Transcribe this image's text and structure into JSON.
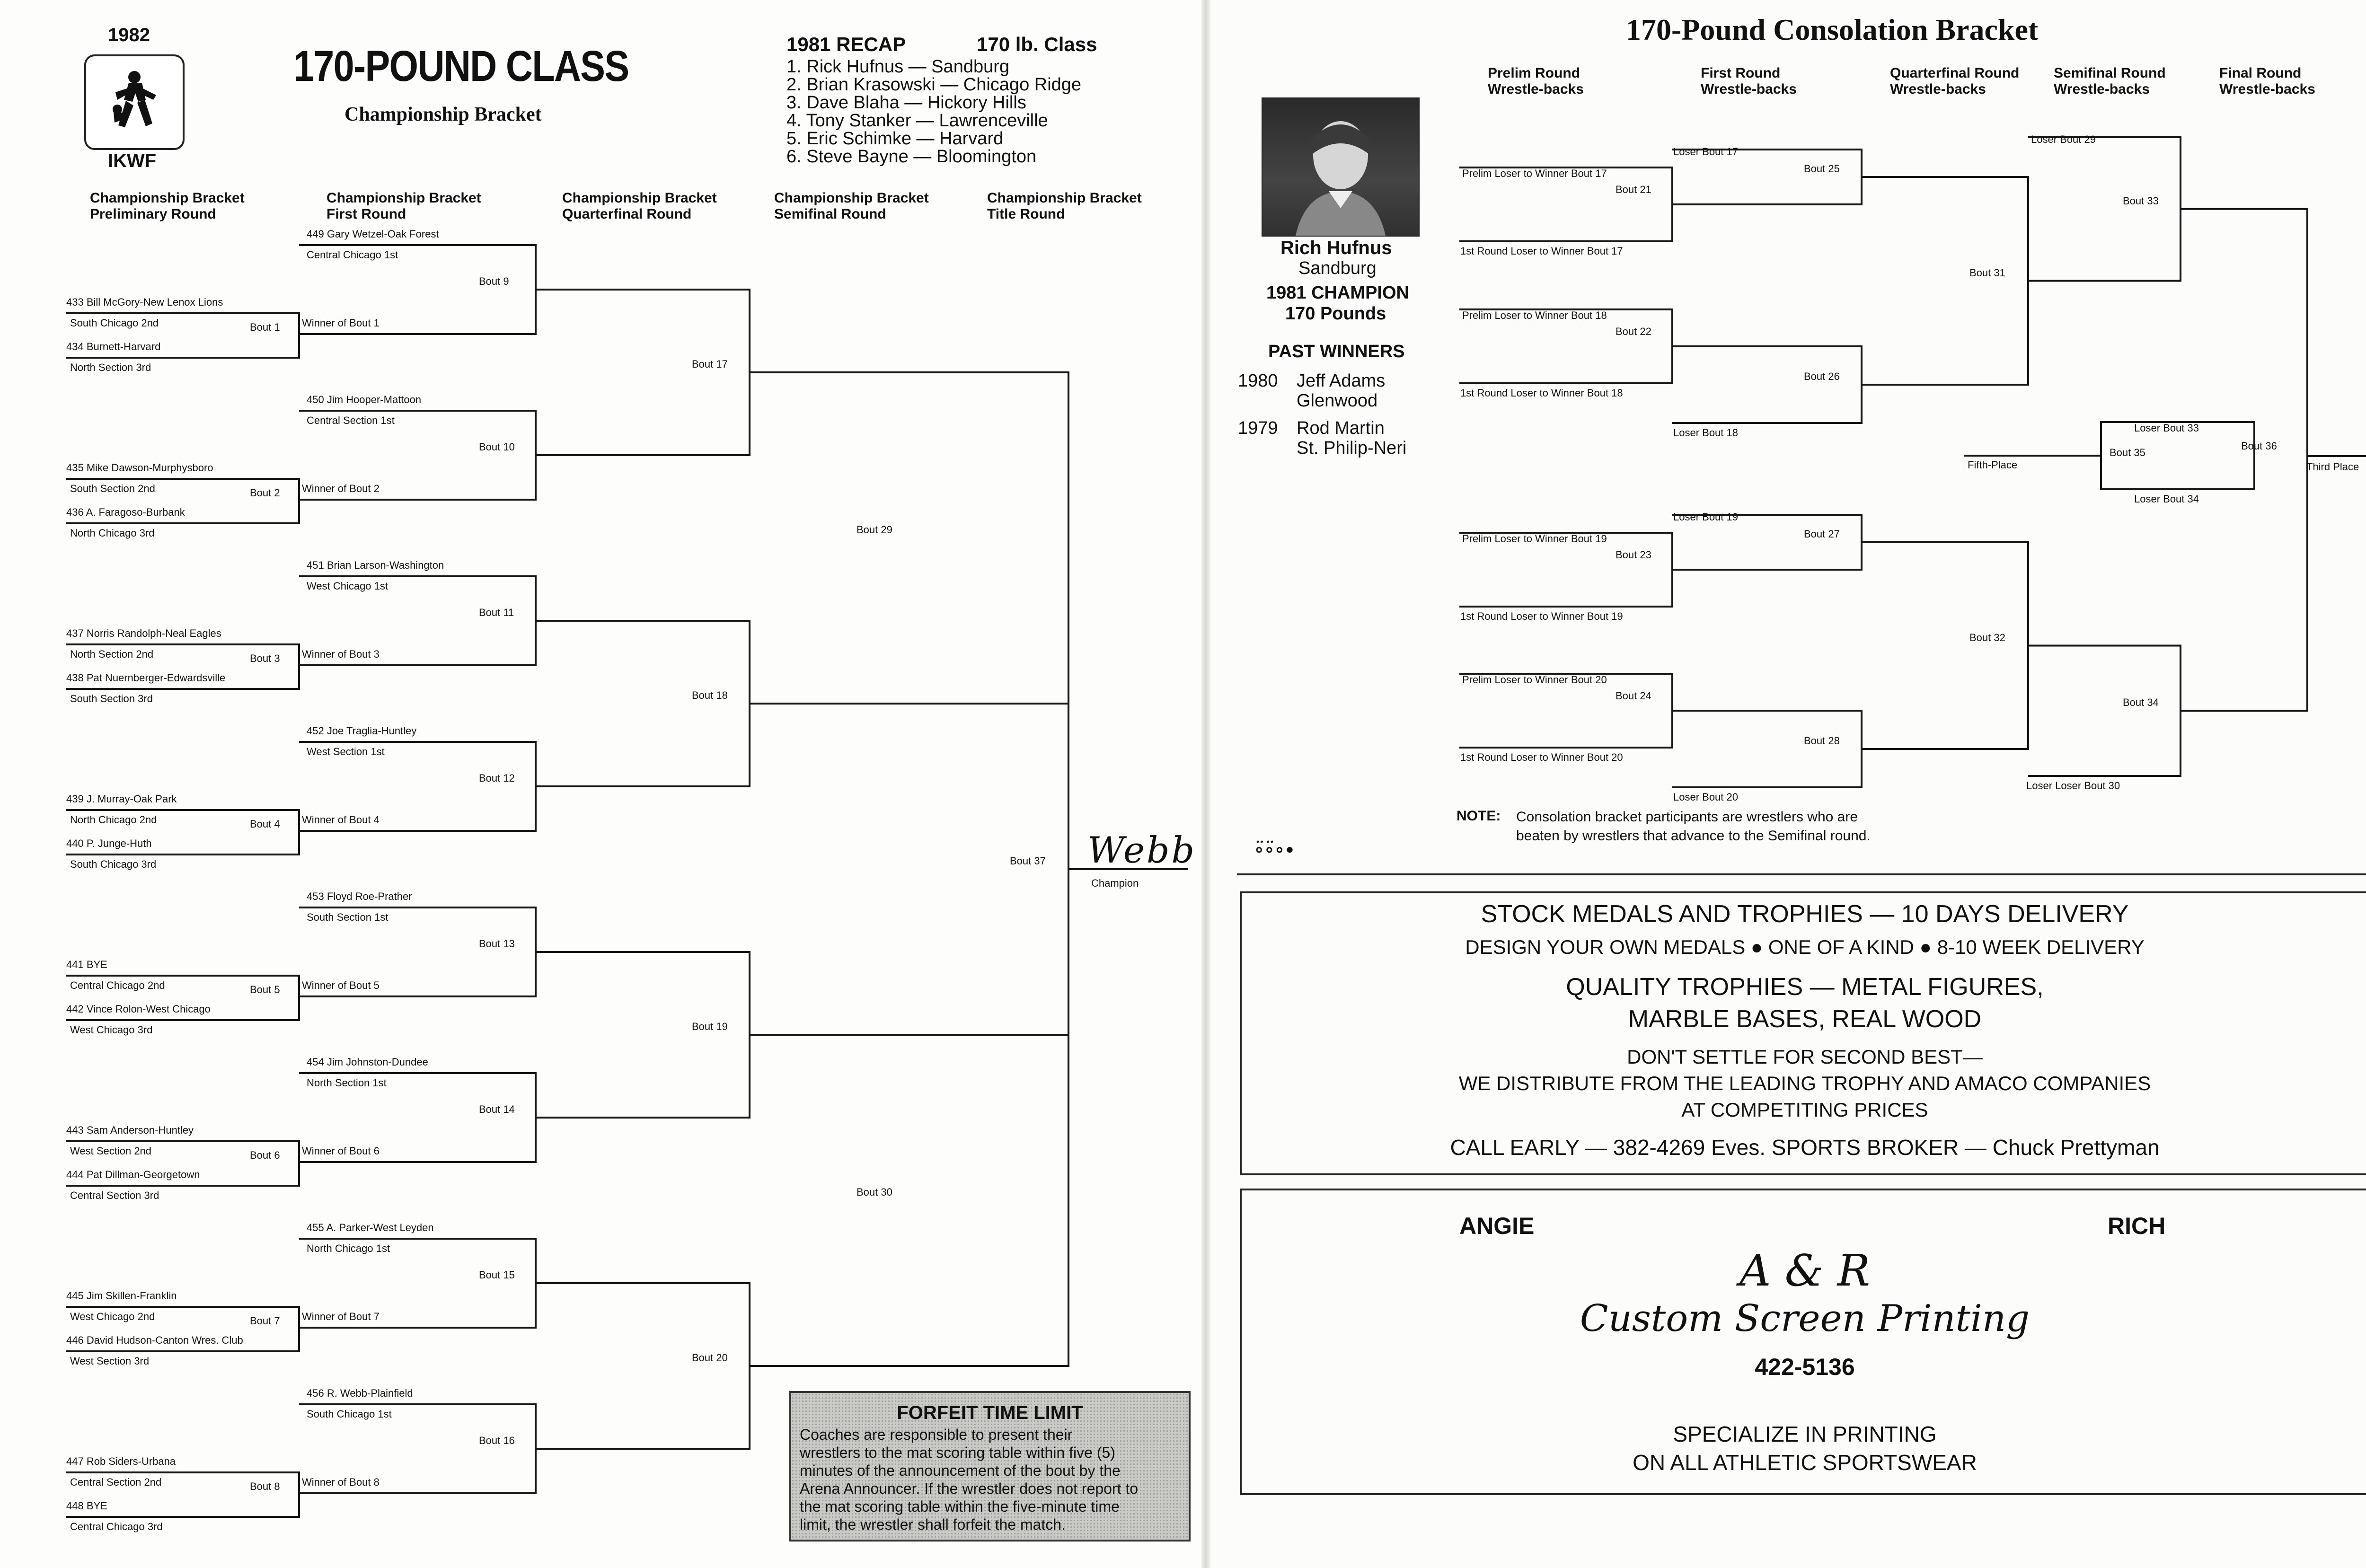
{
  "left_page": {
    "year": "1982",
    "org": "IKWF",
    "title": "170-POUND CLASS",
    "subtitle": "Championship Bracket",
    "recap": {
      "heading": "1981 RECAP",
      "class": "170 lb. Class",
      "entries": [
        "1. Rick Hufnus — Sandburg",
        "2. Brian Krasowski — Chicago Ridge",
        "3. Dave Blaha — Hickory Hills",
        "4. Tony Stanker — Lawrenceville",
        "5. Eric Schimke — Harvard",
        "6. Steve Bayne — Bloomington"
      ]
    },
    "round_headers": [
      [
        "Championship Bracket",
        "Preliminary Round"
      ],
      [
        "Championship Bracket",
        "First Round"
      ],
      [
        "Championship Bracket",
        "Quarterfinal Round"
      ],
      [
        "Championship Bracket",
        "Semifinal Round"
      ],
      [
        "Championship Bracket",
        "Title Round"
      ]
    ],
    "prelim": [
      {
        "top": "433 Bill McGory-New Lenox Lions",
        "top_sub": "South Chicago 2nd",
        "bout": "Bout 1",
        "bottom": "434 Burnett-Harvard",
        "bottom_sub": "North Section 3rd"
      },
      {
        "top": "435 Mike Dawson-Murphysboro",
        "top_sub": "South Section 2nd",
        "bout": "Bout 2",
        "bottom": "436 A. Faragoso-Burbank",
        "bottom_sub": "North Chicago 3rd"
      },
      {
        "top": "437 Norris Randolph-Neal Eagles",
        "top_sub": "North Section 2nd",
        "bout": "Bout 3",
        "bottom": "438 Pat Nuernberger-Edwardsville",
        "bottom_sub": "South Section 3rd"
      },
      {
        "top": "439 J. Murray-Oak Park",
        "top_sub": "North Chicago 2nd",
        "bout": "Bout 4",
        "bottom": "440 P. Junge-Huth",
        "bottom_sub": "South Chicago 3rd"
      },
      {
        "top": "441 BYE",
        "top_sub": "Central Chicago 2nd",
        "bout": "Bout 5",
        "bottom": "442 Vince Rolon-West Chicago",
        "bottom_sub": "West Chicago 3rd"
      },
      {
        "top": "443 Sam Anderson-Huntley",
        "top_sub": "West Section 2nd",
        "bout": "Bout 6",
        "bottom": "444 Pat Dillman-Georgetown",
        "bottom_sub": "Central Section 3rd"
      },
      {
        "top": "445 Jim Skillen-Franklin",
        "top_sub": "West Chicago 2nd",
        "bout": "Bout 7",
        "bottom": "446 David Hudson-Canton Wres. Club",
        "bottom_sub": "West Section 3rd"
      },
      {
        "top": "447 Rob Siders-Urbana",
        "top_sub": "Central Section 2nd",
        "bout": "Bout 8",
        "bottom": "448 BYE",
        "bottom_sub": "Central Chicago 3rd"
      }
    ],
    "first_round": [
      {
        "top": "449 Gary Wetzel-Oak Forest",
        "top_sub": "Central Chicago 1st",
        "bout": "Bout 9",
        "bottom": "Winner of Bout 1"
      },
      {
        "top": "450 Jim Hooper-Mattoon",
        "top_sub": "Central Section 1st",
        "bout": "Bout 10",
        "bottom": "Winner of Bout 2"
      },
      {
        "top": "451 Brian Larson-Washington",
        "top_sub": "West Chicago 1st",
        "bout": "Bout 11",
        "bottom": "Winner of Bout 3"
      },
      {
        "top": "452 Joe Traglia-Huntley",
        "top_sub": "West Section 1st",
        "bout": "Bout 12",
        "bottom": "Winner of Bout 4"
      },
      {
        "top": "453 Floyd Roe-Prather",
        "top_sub": "South Section 1st",
        "bout": "Bout 13",
        "bottom": "Winner of Bout 5"
      },
      {
        "top": "454 Jim Johnston-Dundee",
        "top_sub": "North Section 1st",
        "bout": "Bout 14",
        "bottom": "Winner of Bout 6"
      },
      {
        "top": "455 A. Parker-West Leyden",
        "top_sub": "North Chicago 1st",
        "bout": "Bout 15",
        "bottom": "Winner of Bout 7"
      },
      {
        "top": "456 R. Webb-Plainfield",
        "top_sub": "South Chicago 1st",
        "bout": "Bout 16",
        "bottom": "Winner of Bout 8"
      }
    ],
    "quarter_bouts": [
      "Bout 17",
      "Bout 18",
      "Bout 19",
      "Bout 20"
    ],
    "semi_bouts": [
      "Bout 29",
      "Bout 30"
    ],
    "title_bout": "Bout 37",
    "champion_handwritten": "Webb",
    "champion_label": "Champion",
    "forfeit": {
      "title": "FORFEIT TIME LIMIT",
      "lines": [
        "Coaches are responsible to present their",
        "wrestlers to the mat scoring table within five (5)",
        "minutes of the announcement of the bout by the",
        "Arena Announcer. If the wrestler does not report to",
        "the mat scoring table within the five-minute time",
        "limit, the wrestler shall forfeit the match."
      ]
    }
  },
  "right_page": {
    "title": "170-Pound Consolation Bracket",
    "round_headers": [
      [
        "Prelim Round",
        "Wrestle-backs"
      ],
      [
        "First Round",
        "Wrestle-backs"
      ],
      [
        "Quarterfinal Round",
        "Wrestle-backs"
      ],
      [
        "Semifinal Round",
        "Wrestle-backs"
      ],
      [
        "Final Round",
        "Wrestle-backs"
      ]
    ],
    "champion_profile": {
      "name": "Rich Hufnus",
      "school": "Sandburg",
      "line3": "1981 CHAMPION",
      "line4": "170 Pounds",
      "past_heading": "PAST WINNERS",
      "past": [
        {
          "year": "1980",
          "name": "Jeff Adams",
          "school": "Glenwood"
        },
        {
          "year": "1979",
          "name": "Rod Martin",
          "school": "St. Philip-Neri"
        }
      ]
    },
    "prelim_wb": [
      {
        "top": "Prelim Loser to Winner Bout 17",
        "bout": "Bout 21",
        "bottom": "1st Round Loser to Winner Bout 17"
      },
      {
        "top": "Prelim Loser to Winner Bout 18",
        "bout": "Bout 22",
        "bottom": "1st Round Loser to Winner Bout 18"
      },
      {
        "top": "Prelim Loser to Winner Bout 19",
        "bout": "Bout 23",
        "bottom": "1st Round Loser to Winner Bout 19"
      },
      {
        "top": "Prelim Loser to Winner Bout 20",
        "bout": "Bout 24",
        "bottom": "1st Round Loser to Winner Bout 20"
      }
    ],
    "first_wb": [
      {
        "loser": "Loser Bout 17",
        "bout": "Bout 25"
      },
      {
        "loser": "Loser Bout 18",
        "bout": "Bout 26"
      },
      {
        "loser": "Loser Bout 19",
        "bout": "Bout 27"
      },
      {
        "loser": "Loser Bout 20",
        "bout": "Bout 28"
      }
    ],
    "quarter_wb": [
      "Bout 31",
      "Bout 32"
    ],
    "semi_wb": [
      {
        "loser": "Loser Bout 29",
        "bout": "Bout 33"
      },
      {
        "loser": "Loser Loser Bout 30",
        "bout": "Bout 34"
      }
    ],
    "fifth": {
      "top": "Loser Bout 33",
      "bout": "Bout 35",
      "bottom": "Loser Bout 34",
      "label": "Fifth-Place"
    },
    "final_bout": "Bout 36",
    "third_place": "Third Place",
    "note_label": "NOTE:",
    "note_lines": [
      "Consolation bracket participants are wrestlers who are",
      "beaten by wrestlers that advance to the Semifinal round."
    ],
    "ad1": [
      "STOCK MEDALS AND TROPHIES — 10 DAYS DELIVERY",
      "DESIGN YOUR OWN MEDALS ● ONE OF A KIND ● 8-10 WEEK DELIVERY",
      "QUALITY TROPHIES — METAL FIGURES,",
      "MARBLE BASES, REAL WOOD",
      "DON'T SETTLE FOR SECOND BEST—",
      "WE DISTRIBUTE FROM THE LEADING TROPHY AND AMACO COMPANIES",
      "AT COMPETITING PRICES",
      "CALL EARLY — 382-4269 Eves. SPORTS BROKER — Chuck Prettyman"
    ],
    "ad2": {
      "left_name": "ANGIE",
      "right_name": "RICH",
      "logo": "A & R",
      "script": "Custom Screen Printing",
      "phone": "422-5136",
      "line1": "SPECIALIZE IN PRINTING",
      "line2": "ON ALL ATHLETIC SPORTSWEAR"
    }
  }
}
